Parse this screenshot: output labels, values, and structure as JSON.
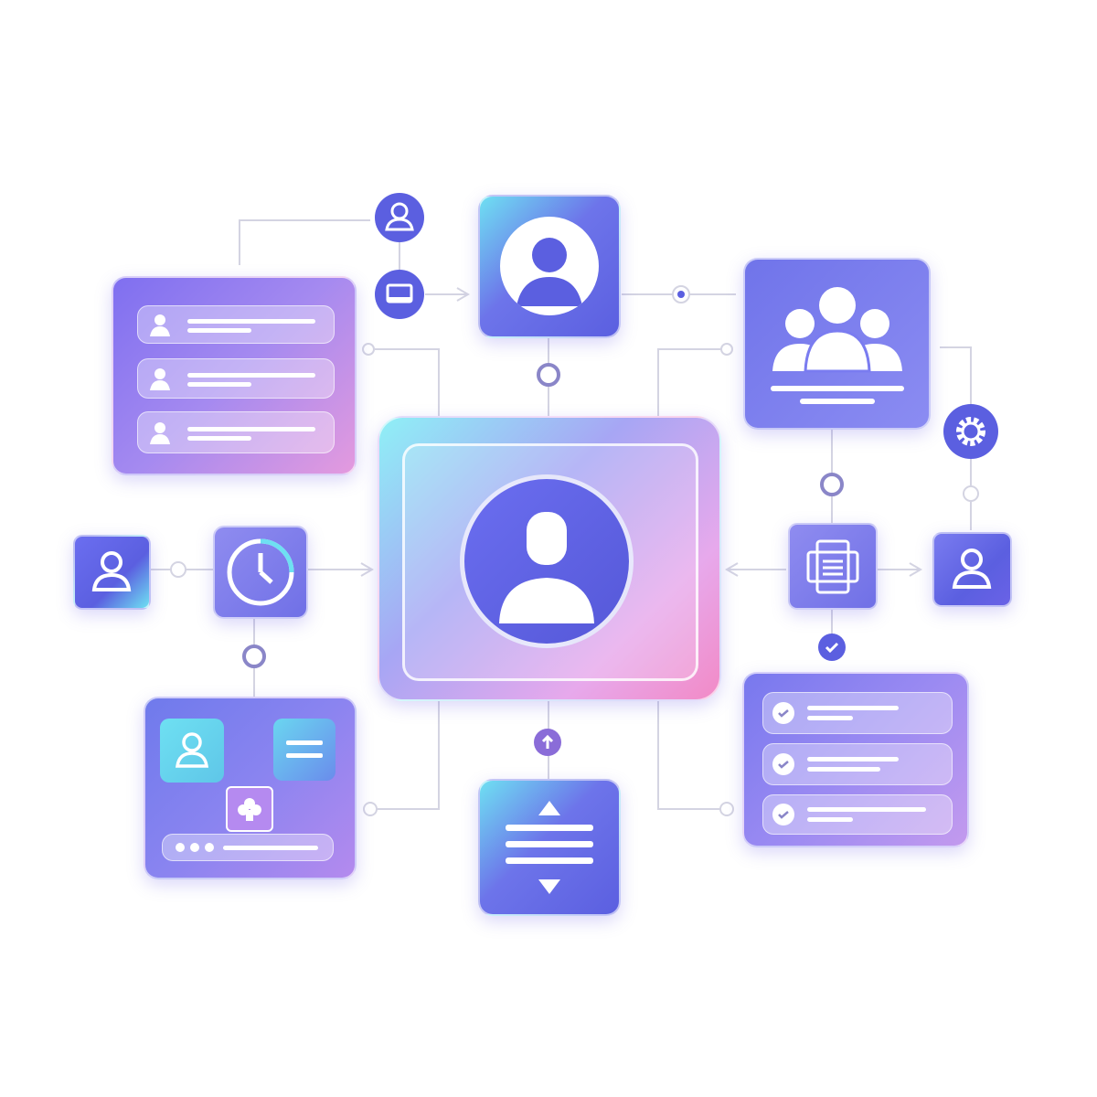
{
  "colors": {
    "primary": "#5b5fe0",
    "secondary": "#9a7cf0",
    "accent_cyan": "#6fe3f0",
    "accent_pink": "#f08ac8",
    "connector": "#c8c8d8",
    "background": "#ffffff"
  },
  "nodes": [
    {
      "id": "center-profile",
      "icon": "user-icon"
    },
    {
      "id": "top-profile",
      "icon": "user-icon"
    },
    {
      "id": "user-list",
      "icon": "list-icon",
      "rows": 3
    },
    {
      "id": "team",
      "icon": "group-icon"
    },
    {
      "id": "settings",
      "icon": "gear-icon"
    },
    {
      "id": "right-user",
      "icon": "user-icon"
    },
    {
      "id": "document",
      "icon": "document-icon"
    },
    {
      "id": "checklist",
      "icon": "checklist-icon",
      "rows": 3
    },
    {
      "id": "left-user",
      "icon": "user-icon"
    },
    {
      "id": "history",
      "icon": "clock-icon"
    },
    {
      "id": "workflow",
      "icon": "workflow-icon"
    },
    {
      "id": "sort",
      "icon": "sort-icon"
    }
  ]
}
